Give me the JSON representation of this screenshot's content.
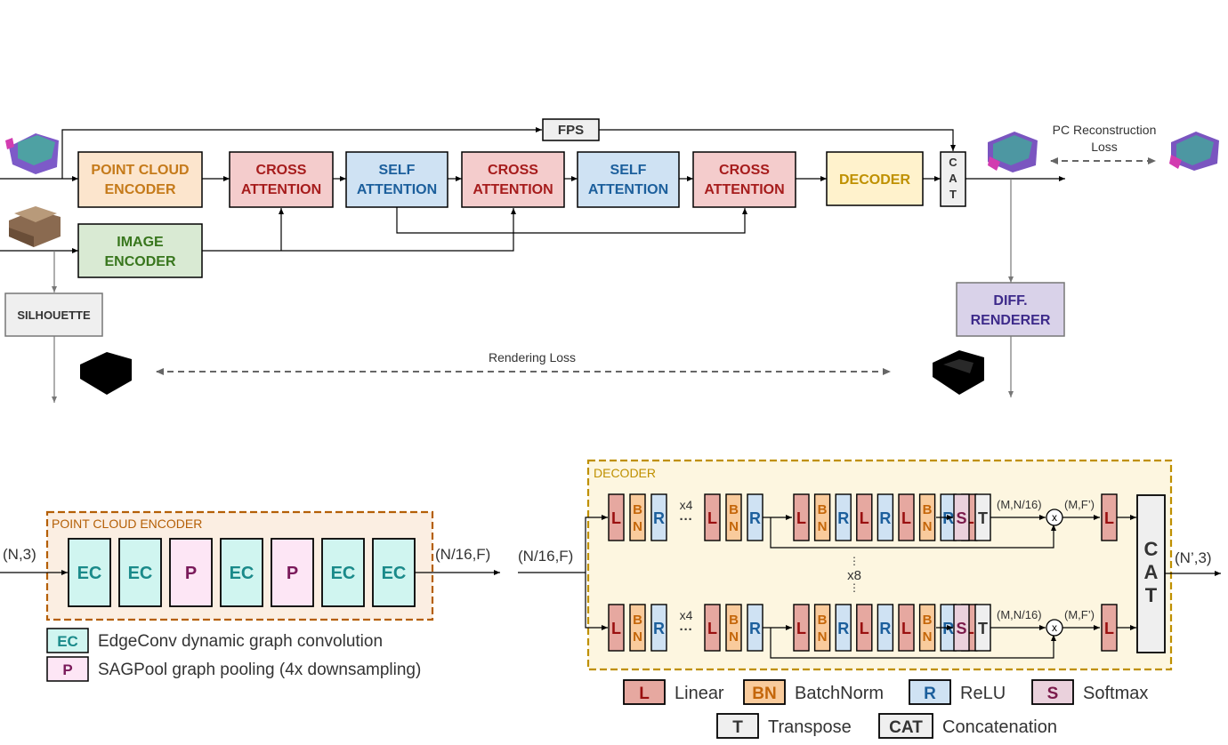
{
  "colors": {
    "pc_fill": "#fce5cd",
    "pc_text": "#c57a1a",
    "pc_stroke": "#000000",
    "img_fill": "#d9ead3",
    "img_text": "#38761d",
    "cross_fill": "#f4cccc",
    "cross_text": "#a61c1c",
    "self_fill": "#cfe2f3",
    "self_text": "#1c5f9c",
    "dec_fill": "#fff2cc",
    "dec_text": "#bf9000",
    "diff_fill": "#d9d2e9",
    "diff_text": "#3d2a8a",
    "grey_fill": "#efefef",
    "ec_fill": "#d0f5f0",
    "ec_text": "#1a8a8a",
    "p_fill": "#fde6f5",
    "p_text": "#7a1a5a",
    "l_fill": "#e6a8a0",
    "l_text": "#9a1010",
    "bn_fill": "#f9cb9c",
    "bn_text": "#c4660a",
    "r_fill": "#cfe2f3",
    "r_text": "#1c5f9c",
    "s_fill": "#ead1dc",
    "s_text": "#7a1a4a",
    "t_fill": "#efefef",
    "pc_enc_frame": "#b45f06",
    "pc_enc_bg": "#fbeee2",
    "dec_frame": "#bf9000",
    "dec_bg": "#fdf6e0"
  },
  "top": {
    "fps": "FPS",
    "pc_encoder": [
      "POINT CLOUD",
      "ENCODER"
    ],
    "image_encoder": [
      "IMAGE",
      "ENCODER"
    ],
    "cross_attention": [
      "CROSS",
      "ATTENTION"
    ],
    "self_attention": [
      "SELF",
      "ATTENTION"
    ],
    "decoder": "DECODER",
    "cat": [
      "C",
      "A",
      "T"
    ],
    "silhouette": "SILHOUETTE",
    "diff_renderer": [
      "DIFF.",
      "RENDERER"
    ],
    "pc_loss": [
      "PC Reconstruction",
      "Loss"
    ],
    "render_loss": "Rendering Loss"
  },
  "pc_encoder_detail": {
    "title": "POINT CLOUD ENCODER",
    "input": "(N,3)",
    "output": "(N/16,F)",
    "blocks": [
      "EC",
      "EC",
      "P",
      "EC",
      "P",
      "EC",
      "EC"
    ]
  },
  "legend_left": [
    {
      "key": "EC",
      "label": "EdgeConv dynamic graph convolution"
    },
    {
      "key": "P",
      "label": "SAGPool graph pooling (4x downsampling)"
    }
  ],
  "decoder_detail": {
    "title": "DECODER",
    "input": "(N/16,F)",
    "output": "(N’,3)",
    "repeat4": "x4",
    "dots": "···",
    "repeat8": "x8",
    "row_blocks": [
      "L",
      "BN",
      "R",
      "L",
      "R",
      "L",
      "BN",
      "R",
      "L"
    ],
    "s": "S",
    "t": "T",
    "mn": "(M,N/16)",
    "mf": "(M,F’)",
    "times": "x",
    "l": "L",
    "cat": [
      "C",
      "A",
      "T"
    ]
  },
  "legend_right": [
    {
      "key": "L",
      "label": "Linear"
    },
    {
      "key": "BN",
      "label": "BatchNorm"
    },
    {
      "key": "R",
      "label": "ReLU"
    },
    {
      "key": "S",
      "label": "Softmax"
    },
    {
      "key": "T",
      "label": "Transpose"
    },
    {
      "key": "CAT",
      "label": "Concatenation"
    }
  ]
}
